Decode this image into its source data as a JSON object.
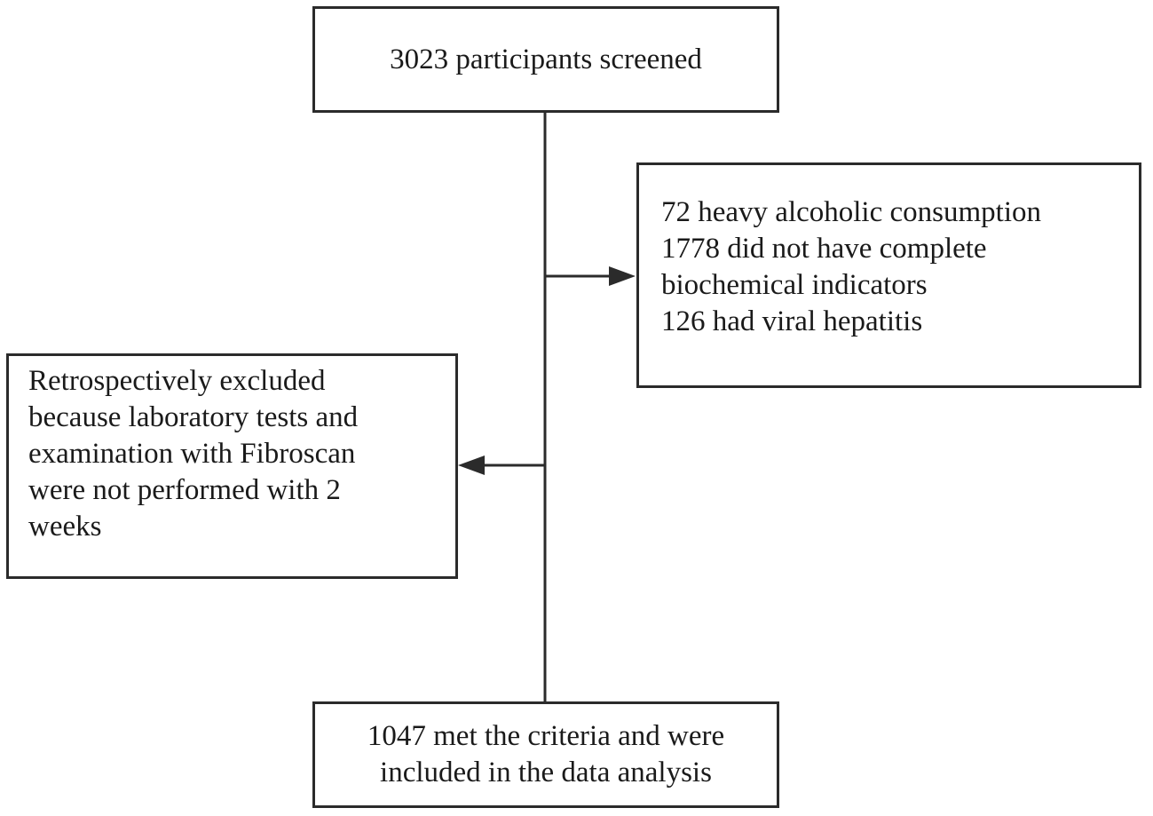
{
  "nodes": {
    "screened": {
      "lines": [
        "3023 participants screened"
      ]
    },
    "exclusions": {
      "lines": [
        "72 heavy alcoholic consumption",
        "1778 did not have complete",
        "biochemical indicators",
        "126 had viral hepatitis"
      ]
    },
    "retrospective": {
      "lines": [
        "Retrospectively excluded",
        "because laboratory tests and",
        "examination with Fibroscan",
        "were not performed with 2",
        "weeks"
      ]
    },
    "final": {
      "lines": [
        "1047 met the criteria and were",
        "included in the data analysis"
      ]
    }
  },
  "edges": [
    {
      "from": "screened",
      "to": "final",
      "type": "line"
    },
    {
      "from": "trunk",
      "to": "exclusions",
      "type": "arrow"
    },
    {
      "from": "trunk",
      "to": "retrospective",
      "type": "arrow"
    }
  ],
  "colors": {
    "stroke": "#2b2b2b",
    "text": "#1a1a1a",
    "background": "#ffffff"
  }
}
